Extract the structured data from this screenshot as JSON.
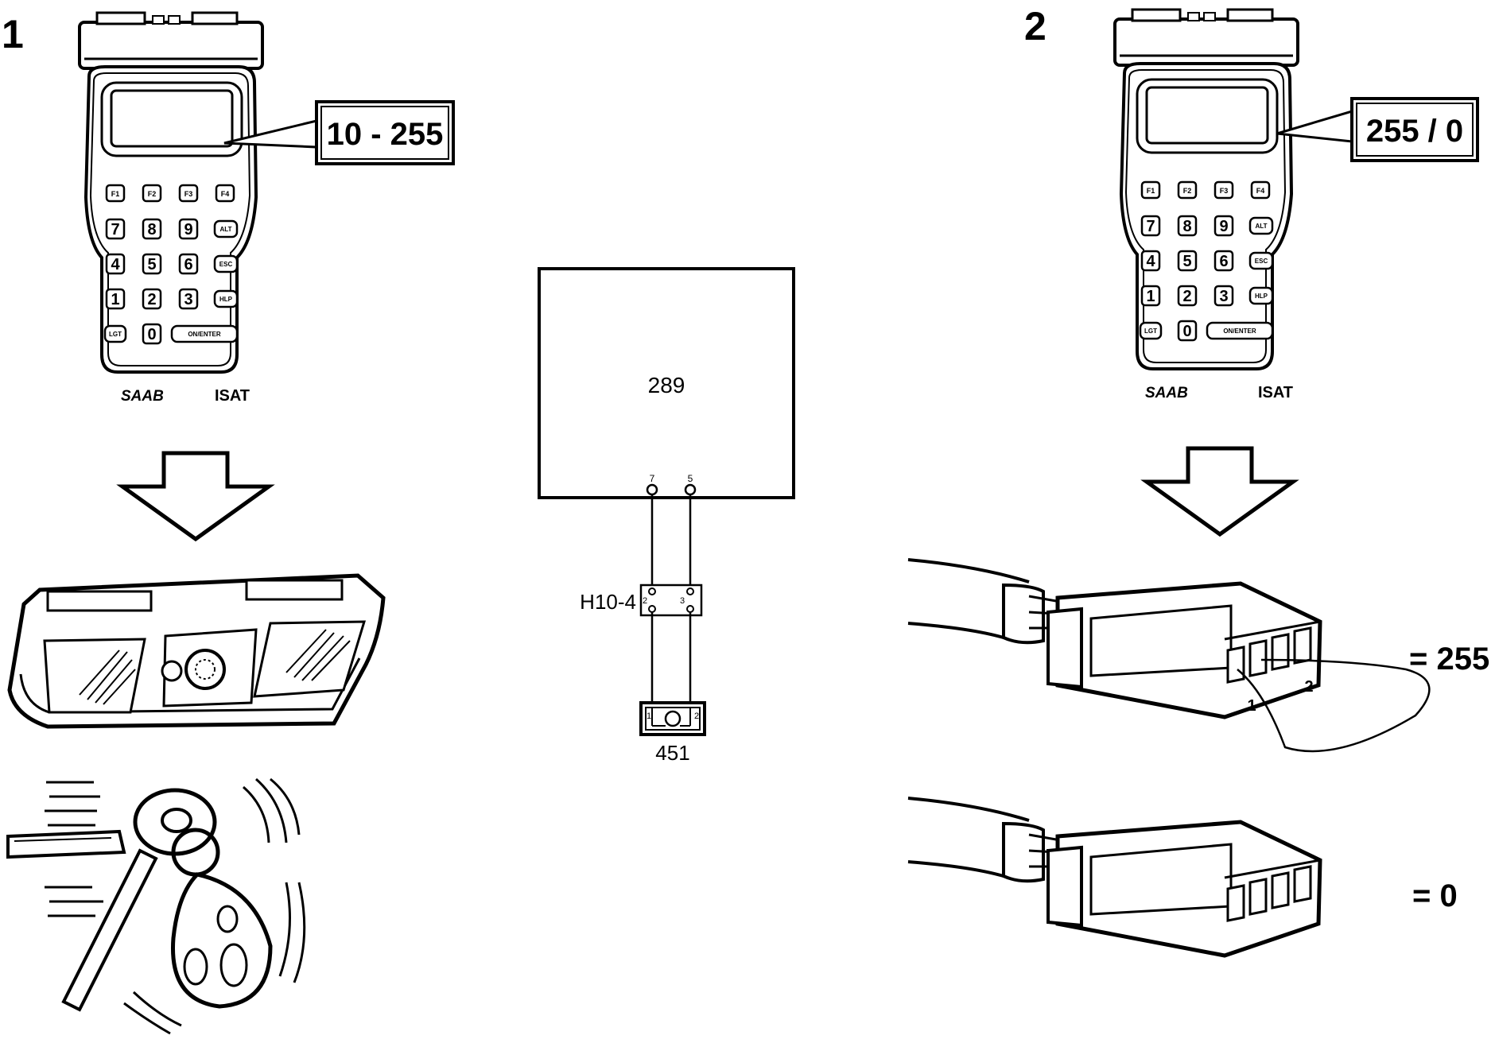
{
  "panels": {
    "left": {
      "number": "1",
      "display_value": "10 - 255",
      "tester": {
        "brand": "SAAB",
        "model": "ISAT",
        "keys": {
          "f1": "F1",
          "f2": "F2",
          "f3": "F3",
          "f4": "F4",
          "k7": "7",
          "k8": "8",
          "k9": "9",
          "alt": "ALT",
          "k4": "4",
          "k5": "5",
          "k6": "6",
          "esc": "ESC",
          "k1": "1",
          "k2": "2",
          "k3": "3",
          "hlp": "HLP",
          "lgt": "LGT",
          "k0": "0",
          "enter": "ON/ENTER"
        }
      }
    },
    "right": {
      "number": "2",
      "display_value": "255 / 0",
      "tester": {
        "brand": "SAAB",
        "model": "ISAT",
        "keys": {
          "f1": "F1",
          "f2": "F2",
          "f3": "F3",
          "f4": "F4",
          "k7": "7",
          "k8": "8",
          "k9": "9",
          "alt": "ALT",
          "k4": "4",
          "k5": "5",
          "k6": "6",
          "esc": "ESC",
          "k1": "1",
          "k2": "2",
          "k3": "3",
          "hlp": "HLP",
          "lgt": "LGT",
          "k0": "0",
          "enter": "ON/ENTER"
        }
      },
      "connector_jumpered": {
        "pin1": "1",
        "pin2": "2",
        "result": "= 255"
      },
      "connector_open": {
        "result": "= 0"
      }
    }
  },
  "schematic": {
    "control_unit": "289",
    "pin_a": "7",
    "pin_b": "5",
    "connector": "H10-4",
    "connector_pin_a": "2",
    "connector_pin_b": "3",
    "component": "451",
    "component_pin_a": "1",
    "component_pin_b": "2"
  },
  "icons": {
    "tester": "hand-held-tester-icon",
    "down_arrow": "down-arrow-icon",
    "overhead_console": "overhead-console-icon",
    "keys": "car-keys-icon",
    "connector": "electrical-connector-icon"
  }
}
